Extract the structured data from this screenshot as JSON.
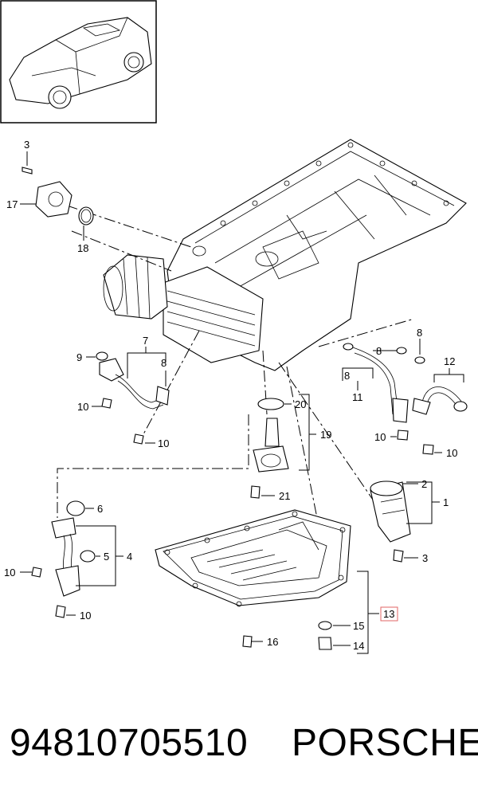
{
  "callouts": {
    "c1": "1",
    "c2": "2",
    "c3a": "3",
    "c3b": "3",
    "c4": "4",
    "c5": "5",
    "c6": "6",
    "c7": "7",
    "c8a": "8",
    "c8b": "8",
    "c8c": "8",
    "c9": "9",
    "c10a": "10",
    "c10b": "10",
    "c10c": "10",
    "c10d": "10",
    "c10e": "10",
    "c10f": "10",
    "c11": "11",
    "c12": "12",
    "c13": "13",
    "c14": "14",
    "c15": "15",
    "c16": "16",
    "c17": "17",
    "c18": "18",
    "c19": "19",
    "c20": "20",
    "c21": "21"
  },
  "highlight": {
    "callout": "13",
    "color": "#e06666"
  },
  "footer": {
    "part_number": "94810705510",
    "brand": "PORSCHE"
  }
}
